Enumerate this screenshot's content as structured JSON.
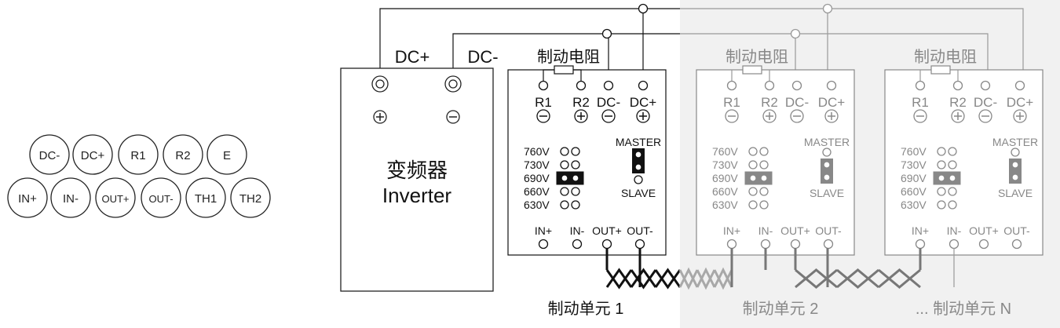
{
  "colors": {
    "active_line": "#111111",
    "dim_line": "#9a9a9a",
    "shade_bg": "#f1f1f1",
    "cable_dark": "#111111",
    "cable_gray": "#777777",
    "cable_light": "#a8a8a8"
  },
  "terminal_legend": {
    "row1": [
      "DC-",
      "DC+",
      "R1",
      "R2",
      "E"
    ],
    "row2": [
      "IN+",
      "IN-",
      "OUT+",
      "OUT-",
      "TH1",
      "TH2"
    ]
  },
  "inverter": {
    "dc_plus_label": "DC+",
    "dc_minus_label": "DC-",
    "plus_symbol": "⊕",
    "minus_symbol": "⊖",
    "title_cn": "变频器",
    "title_en": "Inverter"
  },
  "units": [
    {
      "resistor_label": "制动电阻",
      "caption": "制动单元 1",
      "terminals": [
        "R1",
        "R2",
        "DC-",
        "DC+"
      ],
      "voltages": [
        "760V",
        "730V",
        "690V",
        "660V",
        "630V"
      ],
      "selected_voltage": "690V",
      "master_label": "MASTER",
      "slave_label": "SLAVE",
      "mode": "MASTER",
      "signal_labels": [
        "IN+",
        "IN-",
        "OUT+",
        "OUT-"
      ],
      "style": "active"
    },
    {
      "resistor_label": "制动电阻",
      "caption": "制动单元 2",
      "terminals": [
        "R1",
        "R2",
        "DC-",
        "DC+"
      ],
      "voltages": [
        "760V",
        "730V",
        "690V",
        "660V",
        "630V"
      ],
      "selected_voltage": "690V",
      "master_label": "MASTER",
      "slave_label": "SLAVE",
      "mode": "SLAVE",
      "signal_labels": [
        "IN+",
        "IN-",
        "OUT+",
        "OUT-"
      ],
      "style": "dim"
    },
    {
      "resistor_label": "制动电阻",
      "caption": "... 制动单元 N",
      "terminals": [
        "R1",
        "R2",
        "DC-",
        "DC+"
      ],
      "voltages": [
        "760V",
        "730V",
        "690V",
        "660V",
        "630V"
      ],
      "selected_voltage": "690V",
      "master_label": "MASTER",
      "slave_label": "SLAVE",
      "mode": "SLAVE",
      "signal_labels": [
        "IN+",
        "IN-",
        "OUT+",
        "OUT-"
      ],
      "style": "dim"
    }
  ]
}
